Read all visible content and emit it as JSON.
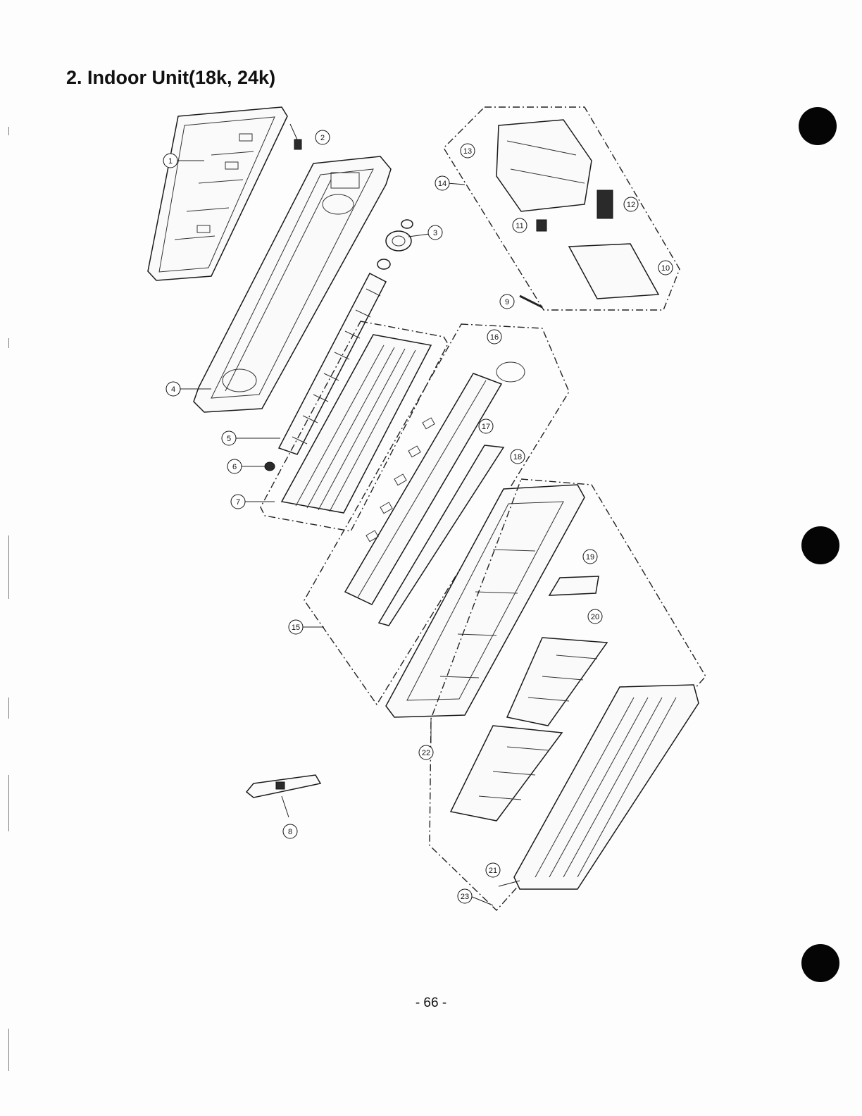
{
  "page": {
    "title": "2. Indoor Unit(18k, 24k)",
    "page_number": "- 66 -"
  },
  "callouts": [
    {
      "num": "1"
    },
    {
      "num": "2"
    },
    {
      "num": "3"
    },
    {
      "num": "4"
    },
    {
      "num": "5"
    },
    {
      "num": "6"
    },
    {
      "num": "7"
    },
    {
      "num": "8"
    },
    {
      "num": "9"
    },
    {
      "num": "10"
    },
    {
      "num": "11"
    },
    {
      "num": "12"
    },
    {
      "num": "13"
    },
    {
      "num": "14"
    },
    {
      "num": "15"
    },
    {
      "num": "16"
    },
    {
      "num": "17"
    },
    {
      "num": "18"
    },
    {
      "num": "19"
    },
    {
      "num": "20"
    },
    {
      "num": "21"
    },
    {
      "num": "22"
    },
    {
      "num": "23"
    }
  ]
}
